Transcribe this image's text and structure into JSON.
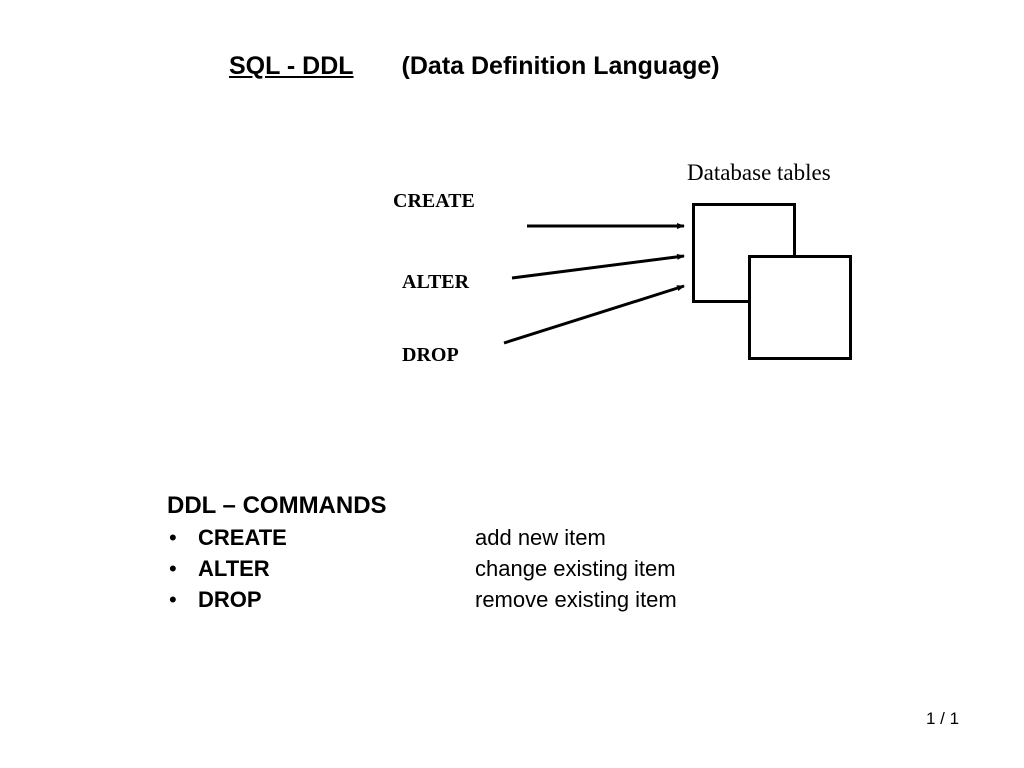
{
  "slide": {
    "title": {
      "main": "SQL  -  DDL",
      "subtitle": "(Data Definition Language)"
    },
    "diagram": {
      "target_label": "Database tables",
      "commands": [
        {
          "label": "CREATE"
        },
        {
          "label": "ALTER"
        },
        {
          "label": "DROP"
        }
      ],
      "line_color": "#000000"
    },
    "commands_list": {
      "heading": "DDL – COMMANDS",
      "bullet": "•",
      "items": [
        {
          "term": "CREATE",
          "description": "add new item"
        },
        {
          "term": "ALTER",
          "description": "change existing item"
        },
        {
          "term": "DROP",
          "description": "remove existing item"
        }
      ]
    },
    "page_indicator": "1 / 1"
  }
}
